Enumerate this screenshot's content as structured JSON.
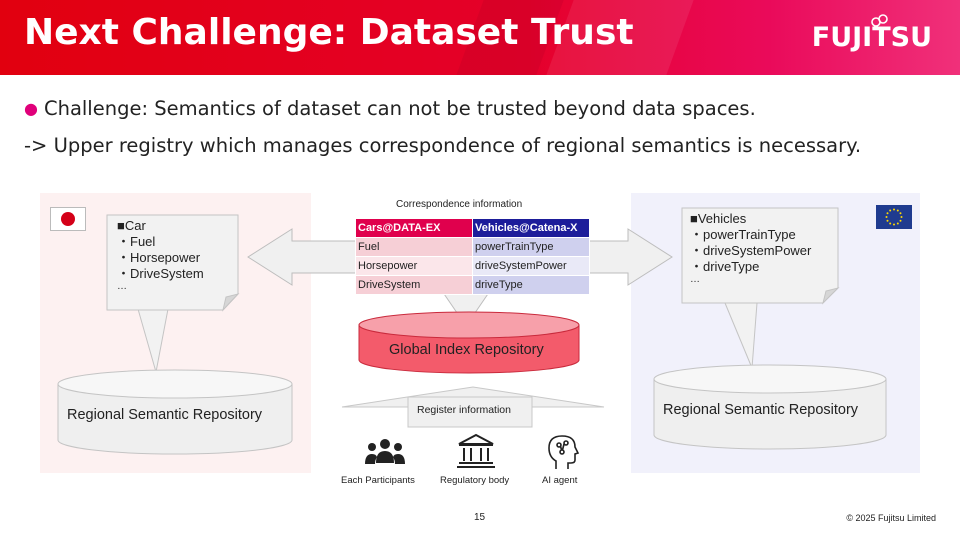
{
  "header": {
    "title": "Next Challenge: Dataset Trust",
    "logo_text": "FUJITSU"
  },
  "body": {
    "line1_bullet": "●",
    "line1": "Challenge: Semantics of dataset can not be trusted beyond data spaces.",
    "line2": "-> Upper registry which manages correspondence of regional semantics is necessary."
  },
  "left_callout": {
    "lines": [
      "■Car",
      "・Fuel",
      "・Horsepower",
      "・DriveSystem",
      "…"
    ]
  },
  "right_callout": {
    "lines": [
      "■Vehicles",
      "・powerTrainType",
      "・driveSystemPower",
      "・driveType",
      "…"
    ]
  },
  "correspondence": {
    "caption": "Correspondence information",
    "headers": [
      "Cars@DATA-EX",
      "Vehicles@Catena-X"
    ],
    "rows": [
      [
        "Fuel",
        "powerTrainType"
      ],
      [
        "Horsepower",
        "driveSystemPower"
      ],
      [
        "DriveSystem",
        "driveType"
      ]
    ]
  },
  "global_repo": {
    "label": "Global Index Repository"
  },
  "left_repo": {
    "label": "Regional Semantic Repository"
  },
  "right_repo": {
    "label": "Regional Semantic Repository"
  },
  "register": {
    "label": "Register information"
  },
  "actors": [
    {
      "label": "Each Participants",
      "icon": "people-icon"
    },
    {
      "label": "Regulatory body",
      "icon": "building-icon"
    },
    {
      "label": "AI agent",
      "icon": "ai-head-icon"
    }
  ],
  "footer": {
    "page_number": "15",
    "copyright": "© 2025 Fujitsu Limited"
  },
  "colors": {
    "header_red": "#e1000f",
    "accent_pink": "#e0007a",
    "data_ex_red": "#e0004d",
    "catena_blue": "#1d1d9a",
    "repo_red": "#f35b6b"
  }
}
